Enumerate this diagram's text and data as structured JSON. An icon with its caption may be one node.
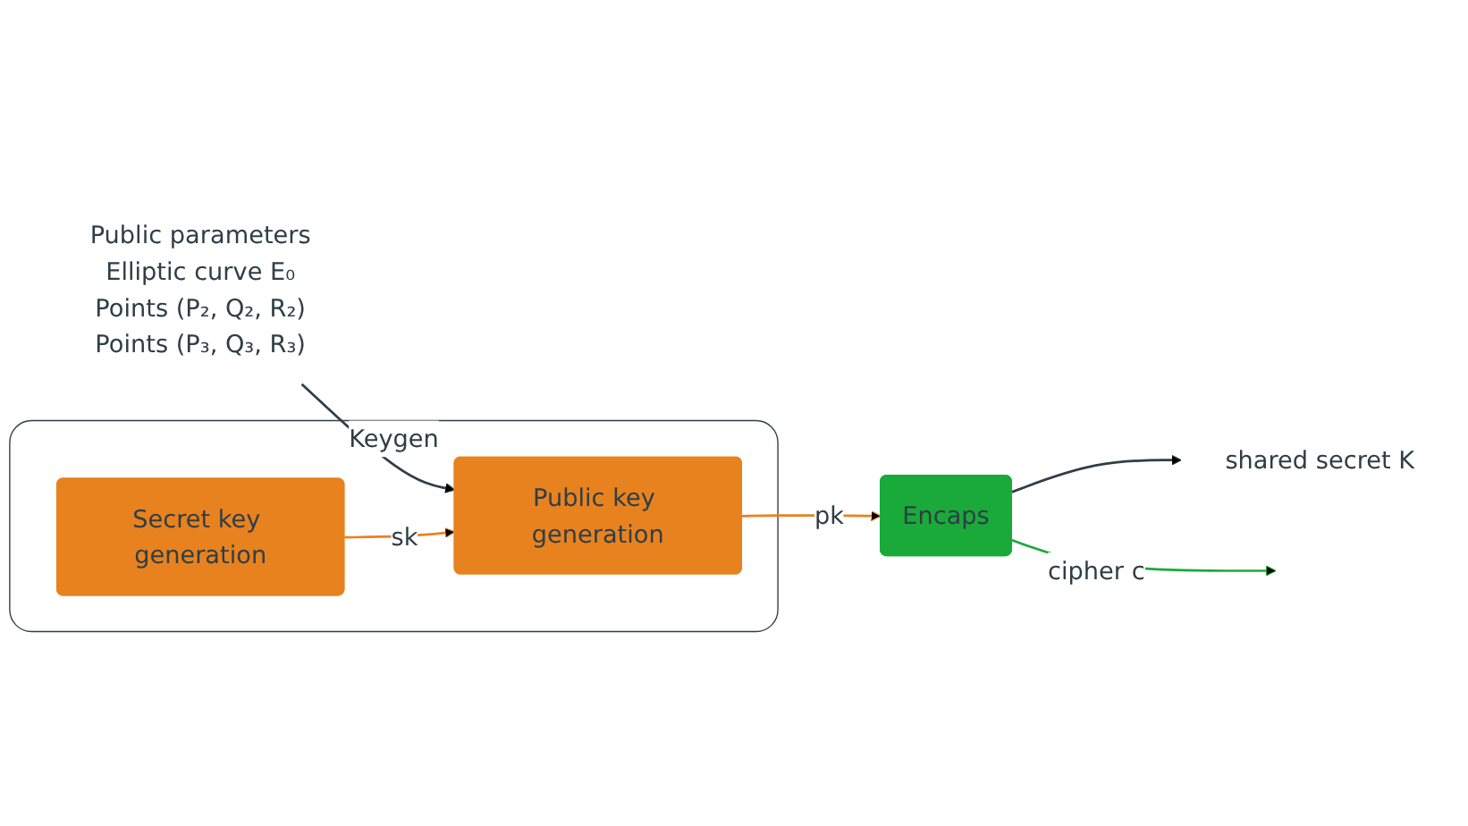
{
  "diagram": {
    "nodes": [
      {
        "text": [
          "Keygen"
        ]
      },
      {
        "text": [
          "Public key generation"
        ],
        "in": 0
      },
      {
        "text": [
          "Secret key generation"
        ],
        "in": 0
      },
      {
        "text": [
          "Public parameters",
          "Elliptic curve E₀",
          "Points (P₂, Q₂, R₂)",
          "Points (P₃, Q₃, R₃)"
        ]
      },
      {
        "text": [
          "Encaps"
        ]
      },
      {
        "text": [
          "shared secret K"
        ]
      }
    ],
    "edges": [
      {
        "from": 3,
        "to": 1,
        "arrow": "to"
      },
      {
        "from": 1,
        "to": 4,
        "label": "pk",
        "arrow": "to",
        "color": "#e8821e"
      },
      {
        "from": 2,
        "to": 1,
        "label": "sk",
        "arrow": "to",
        "color": "#e8821e"
      },
      {
        "from": 4,
        "to": 5,
        "arrow": "to"
      },
      {
        "from": 4,
        "to": null,
        "label": "cipher c",
        "arrow": "to",
        "color": "#1aaa3a"
      }
    ]
  }
}
